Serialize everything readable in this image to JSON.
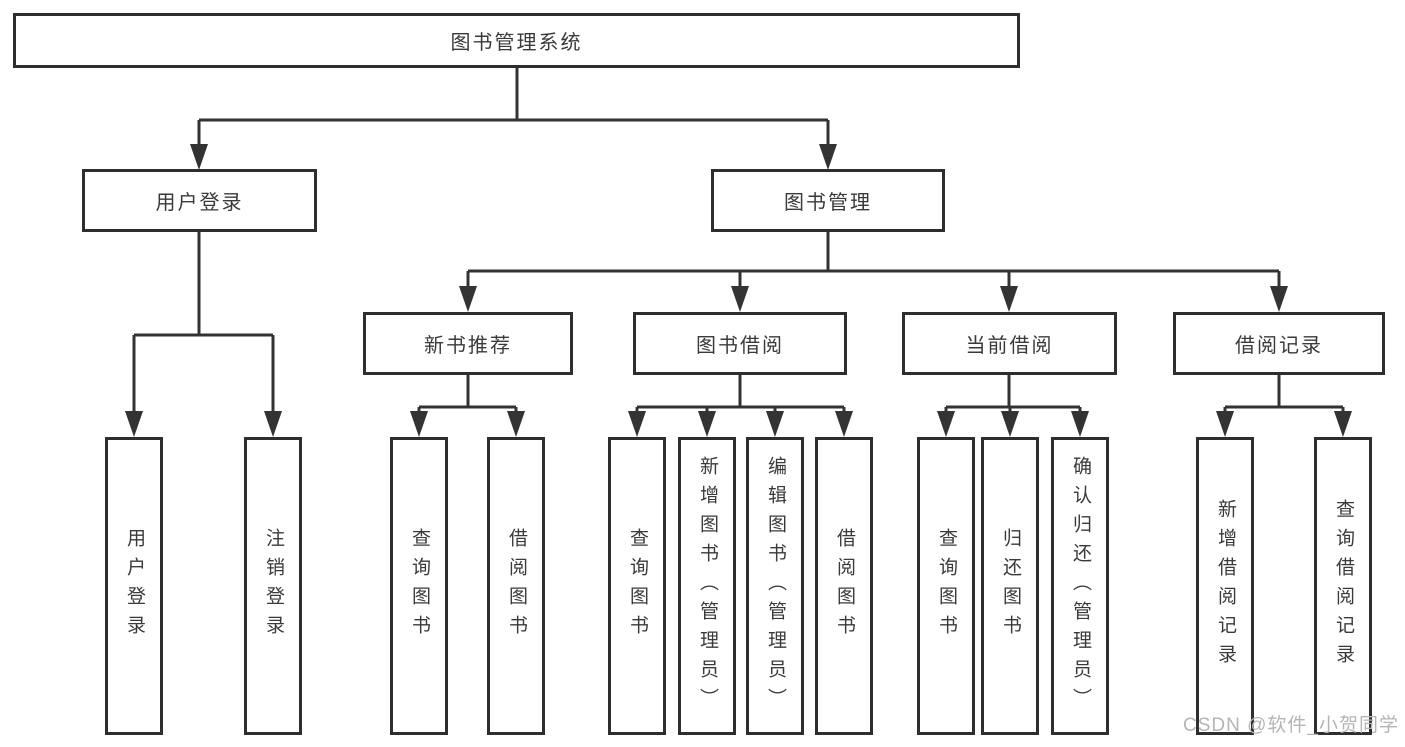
{
  "diagram": {
    "root": {
      "label": "图书管理系统"
    },
    "level1": [
      {
        "label": "用户登录"
      },
      {
        "label": "图书管理"
      }
    ],
    "level2": [
      {
        "label": "新书推荐"
      },
      {
        "label": "图书借阅"
      },
      {
        "label": "当前借阅"
      },
      {
        "label": "借阅记录"
      }
    ],
    "leaves": {
      "user_login": [
        "用户登录",
        "注销登录"
      ],
      "new_book": [
        "查询图书",
        "借阅图书"
      ],
      "book_borrow": [
        "查询图书",
        "新增图书（管理员）",
        "编辑图书（管理员）",
        "借阅图书"
      ],
      "current_borrow": [
        "查询图书",
        "归还图书",
        "确认归还（管理员）"
      ],
      "borrow_records": [
        "新增借阅记录",
        "查询借阅记录"
      ]
    }
  },
  "watermark": {
    "text": "CSDN @软件_小贺同学"
  },
  "colors": {
    "line": "#333333",
    "box_border": "#2e2e2e",
    "text": "#3a3a3a",
    "watermark": "#b5b5b5",
    "background": "#ffffff"
  }
}
